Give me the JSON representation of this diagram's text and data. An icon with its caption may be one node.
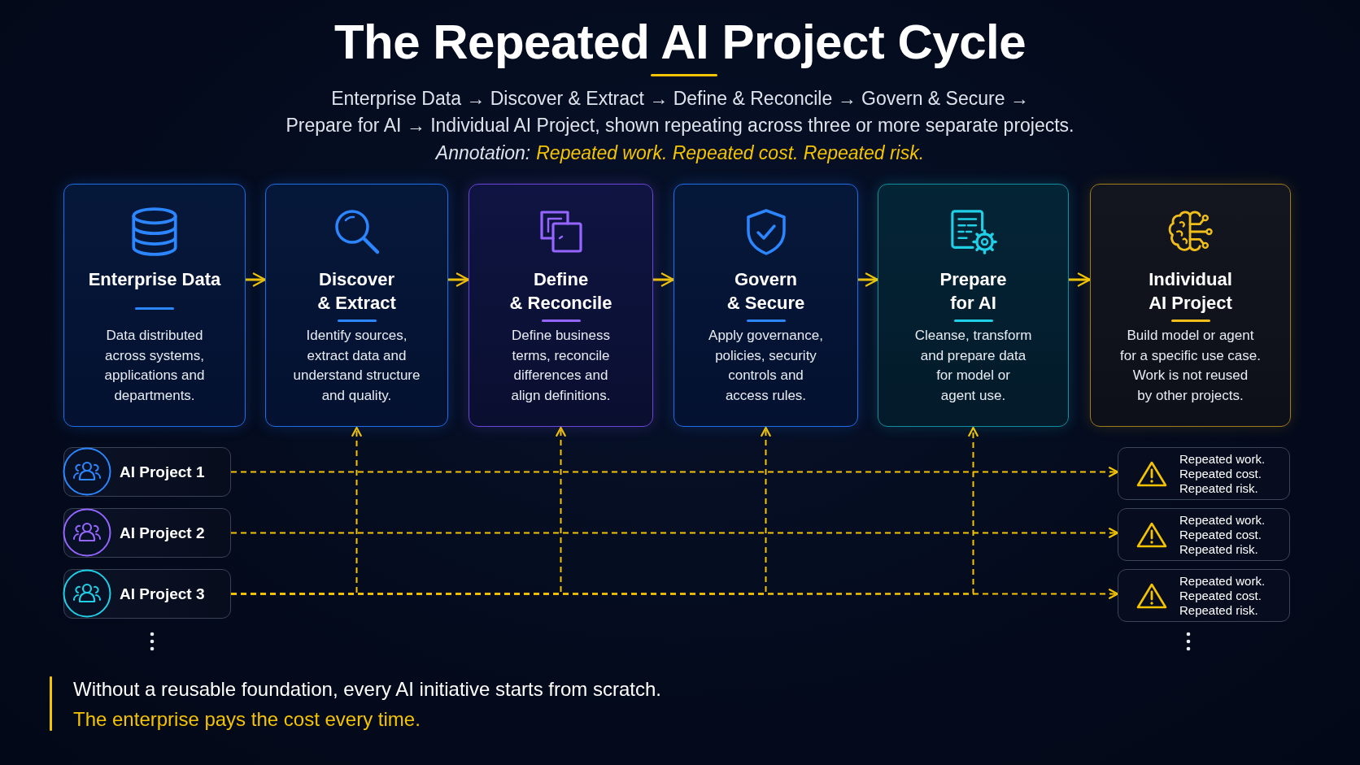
{
  "diagram": {
    "title": "The Repeated AI Project Cycle",
    "nodes": [
      {
        "text": [
          "Enterprise Data",
          "Data distributed across systems, applications and departments."
        ]
      },
      {
        "text": [
          "Discover & Extract",
          "Identify sources, extract data and understand structure and quality."
        ]
      },
      {
        "text": [
          "Define & Reconcile",
          "Define business terms, reconcile differences and align definitions."
        ]
      },
      {
        "text": [
          "Govern & Secure",
          "Apply governance, policies, security controls and access rules."
        ]
      },
      {
        "text": [
          "Prepare for AI",
          "Cleanse, transform and prepare data for model or agent use."
        ]
      },
      {
        "text": [
          "Individual AI Project",
          "Build model or agent for a specific use case. Work is not reused by other projects."
        ]
      },
      {
        "text": [
          "AI Project 1"
        ]
      },
      {
        "text": [
          "AI Project 2"
        ]
      },
      {
        "text": [
          "AI Project 3"
        ]
      },
      {
        "text": [
          "Repeated work. Repeated cost. Repeated risk."
        ]
      },
      {
        "text": [
          "Repeated work. Repeated cost. Repeated risk."
        ]
      },
      {
        "text": [
          "Repeated work. Repeated cost. Repeated risk."
        ]
      }
    ],
    "edges": [
      {
        "from": 0,
        "to": 1,
        "arrow": "to"
      },
      {
        "from": 1,
        "to": 2,
        "arrow": "to"
      },
      {
        "from": 2,
        "to": 3,
        "arrow": "to"
      },
      {
        "from": 3,
        "to": 4,
        "arrow": "to"
      },
      {
        "from": 4,
        "to": 5,
        "arrow": "to"
      },
      {
        "from": 6,
        "to": 9,
        "arrow": "to",
        "style": "dashed"
      },
      {
        "from": 7,
        "to": 10,
        "arrow": "to",
        "style": "dashed"
      },
      {
        "from": 8,
        "to": 11,
        "arrow": "to",
        "style": "dashed"
      },
      {
        "from": 8,
        "to": 1,
        "arrow": "to",
        "style": "dashed"
      },
      {
        "from": 8,
        "to": 2,
        "arrow": "to",
        "style": "dashed"
      },
      {
        "from": 8,
        "to": 3,
        "arrow": "to",
        "style": "dashed"
      },
      {
        "from": 8,
        "to": 4,
        "arrow": "to",
        "style": "dashed"
      }
    ],
    "labels": [
      "Enterprise Data → Discover & Extract → Define & Reconcile → Govern & Secure → Prepare for AI → Individual AI Project, shown repeating across three or more separate projects.",
      "Annotation:",
      "Repeated work. Repeated cost. Repeated risk.",
      "Without a reusable foundation, every AI initiative starts from scratch.",
      "The enterprise pays the cost every time."
    ]
  }
}
